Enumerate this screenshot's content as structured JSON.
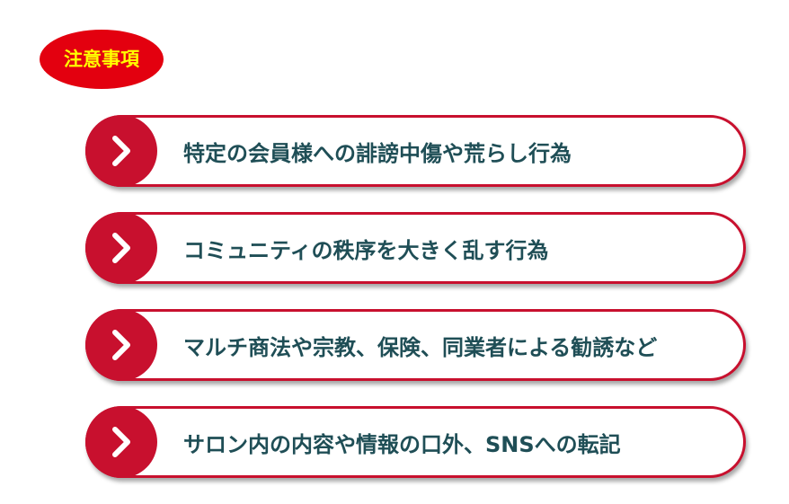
{
  "header": {
    "badge_label": "注意事項"
  },
  "colors": {
    "badge_bg": "#e3000f",
    "badge_text": "#ffff00",
    "accent": "#c8102e",
    "item_text": "#1f4e56"
  },
  "items": [
    {
      "label": "特定の会員様への誹謗中傷や荒らし行為",
      "icon": "chevron-right-icon"
    },
    {
      "label": "コミュニティの秩序を大きく乱す行為",
      "icon": "chevron-right-icon"
    },
    {
      "label": "マルチ商法や宗教、保険、同業者による勧誘など",
      "icon": "chevron-right-icon"
    },
    {
      "label": "サロン内の内容や情報の口外、SNSへの転記",
      "icon": "chevron-right-icon"
    }
  ]
}
